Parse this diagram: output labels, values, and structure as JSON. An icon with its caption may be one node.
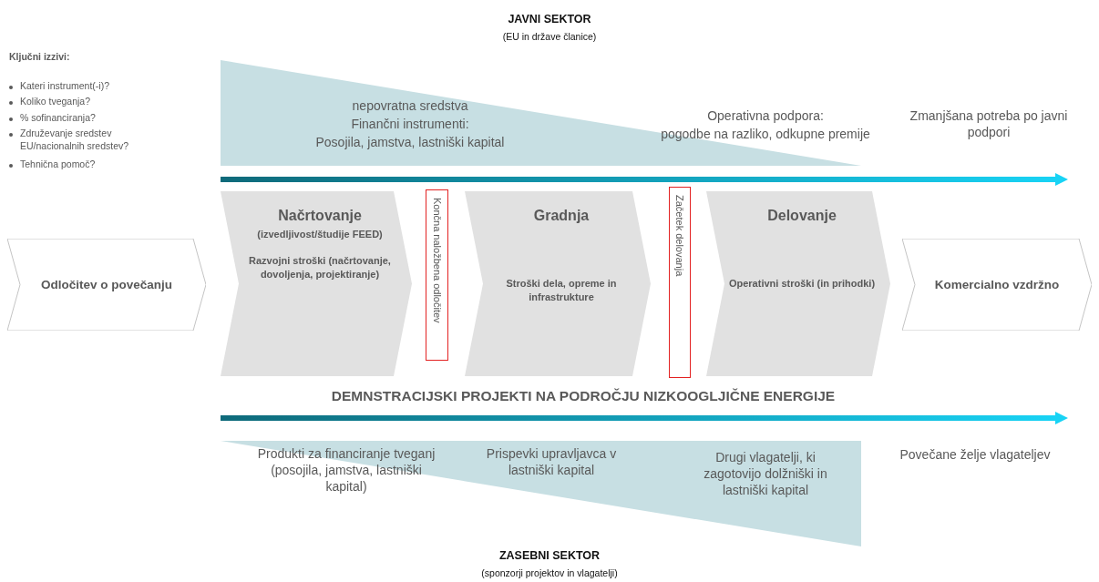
{
  "diagram": {
    "nodes": [
      {
        "text": [
          "Odločitev o povečanju"
        ]
      },
      {
        "text": [
          "Načrtovanje",
          "(izvedljivost/študije FEED)",
          "Razvojni stroški (načrtovanje, dovoljenja, projektiranje)"
        ]
      },
      {
        "text": [
          "Končna naložbena odločitev"
        ]
      },
      {
        "text": [
          "Gradnja",
          "Stroški dela, opreme in infrastrukture"
        ]
      },
      {
        "text": [
          "Začetek delovanja"
        ]
      },
      {
        "text": [
          "Delovanje",
          "Operativni stroški (in prihodki)"
        ]
      },
      {
        "text": [
          "Komercialno vzdržno"
        ]
      }
    ],
    "labels": [
      "JAVNI SEKTOR",
      "(EU in države članice)",
      "Ključni izzivi:",
      "Kateri instrument(-i)?",
      "Koliko tveganja?",
      "% sofinanciranja?",
      "Združevanje sredstev EU/nacionalnih sredstev?",
      "Tehnična pomoč?",
      "nepovratna sredstva",
      "Finančni instrumenti:",
      "Posojila, jamstva, lastniški kapital",
      "Operativna podpora:",
      "pogodbe na razliko, odkupne premije",
      "Zmanjšana potreba po javni podpori",
      "DEMNSTRACIJSKI PROJEKTI NA PODROČJU NIZKOOGLJIČNE ENERGIJE",
      "Produkti za financiranje tveganj (posojila, jamstva, lastniški kapital)",
      "Prispevki upravljavca v lastniški kapital",
      "Drugi vlagatelji, ki zagotovijo dolžniški in lastniški kapital",
      "Povečane želje vlagateljev",
      "ZASEBNI SEKTOR",
      "(sponzorji projektov in vlagatelji)"
    ]
  }
}
